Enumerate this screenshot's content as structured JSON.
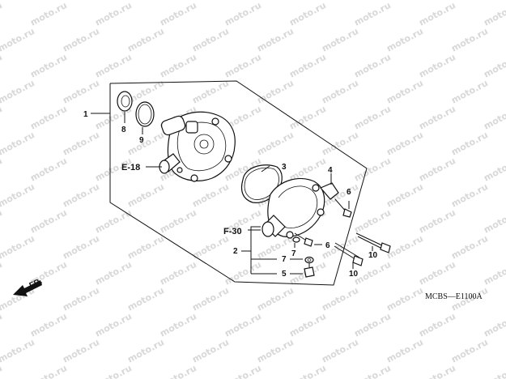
{
  "watermark": "moto.ru",
  "part_numbers": [
    "1",
    "2",
    "3",
    "4",
    "5",
    "6",
    "6",
    "7",
    "7",
    "8",
    "9",
    "10",
    "10"
  ],
  "references": {
    "e18": "E-18",
    "f30": "F-30"
  },
  "direction_label": "FR.",
  "diagram_code": "MCBS—E1100A"
}
